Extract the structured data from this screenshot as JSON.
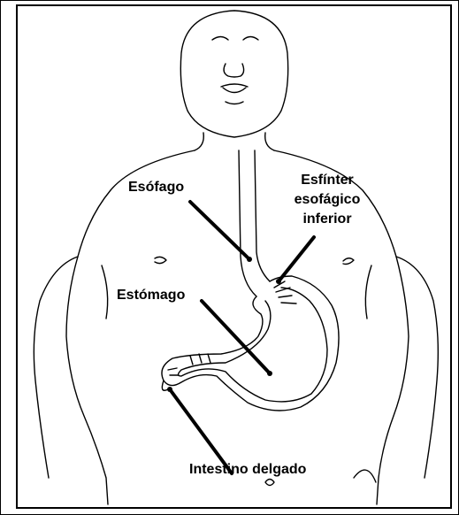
{
  "labels": {
    "esophagus": "Esófago",
    "sphincter_line1": "Esfínter",
    "sphincter_line2": "esofágico",
    "sphincter_line3": "inferior",
    "stomach": "Estómago",
    "small_intestine": "Intestino delgado"
  },
  "colors": {
    "ink": "#000000",
    "background": "#ffffff"
  }
}
